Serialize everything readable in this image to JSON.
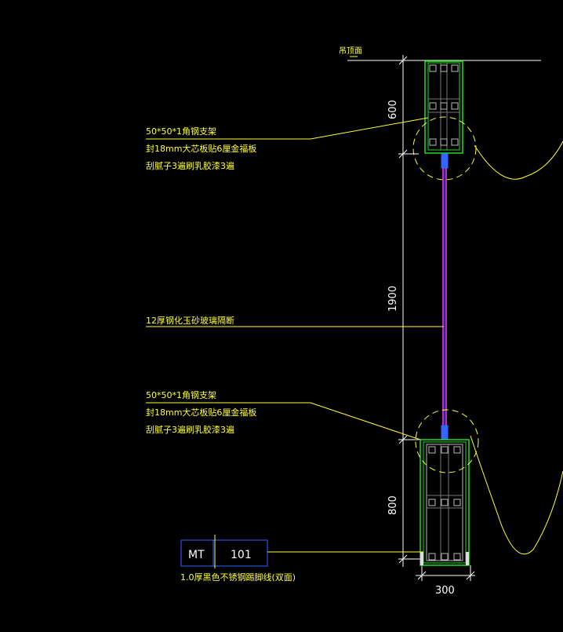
{
  "drawing": {
    "ceiling_label": "吊顶面",
    "top_bracket": {
      "line1": "50*50*1角钢支架",
      "line2": "封18mm大芯板贴6厘金福板",
      "line3": "刮腻子3遍刷乳胶漆3遍"
    },
    "glass": {
      "label": "12厚钢化玉砂玻璃隔断"
    },
    "bottom_bracket": {
      "line1": "50*50*1角钢支架",
      "line2": "封18mm大芯板贴6厘金福板",
      "line3": "刮腻子3遍刷乳胶漆3遍"
    },
    "dimensions": {
      "top": "600",
      "middle": "1900",
      "bottom": "800",
      "width": "300"
    },
    "material_tag": {
      "code": "MT",
      "number": "101",
      "description": "1.0厚黑色不锈钢踢脚线(双面)"
    },
    "colors": {
      "background": "#000000",
      "leader_text": "#ffff33",
      "frame_green": "#22dd22",
      "glass_magenta": "#ff33ff",
      "tag_blue": "#3366ff",
      "dimension_white": "#ffffff"
    }
  }
}
